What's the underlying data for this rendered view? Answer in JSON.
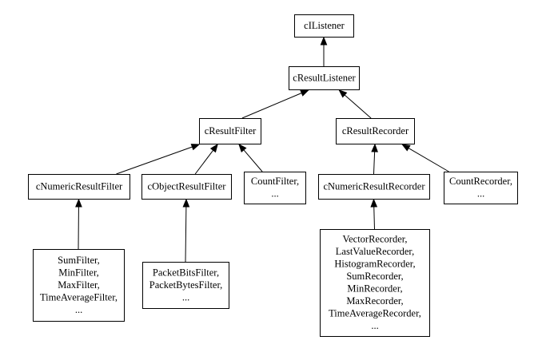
{
  "nodes": {
    "ilistener": {
      "lines": [
        "cIListener"
      ]
    },
    "result_listener": {
      "lines": [
        "cResultListener"
      ]
    },
    "result_filter": {
      "lines": [
        "cResultFilter"
      ]
    },
    "result_recorder": {
      "lines": [
        "cResultRecorder"
      ]
    },
    "numeric_result_filter": {
      "lines": [
        "cNumericResultFilter"
      ]
    },
    "object_result_filter": {
      "lines": [
        "cObjectResultFilter"
      ]
    },
    "count_filter": {
      "lines": [
        "CountFilter,",
        "..."
      ]
    },
    "numeric_result_recorder": {
      "lines": [
        "cNumericResultRecorder"
      ]
    },
    "count_recorder": {
      "lines": [
        "CountRecorder,",
        "..."
      ]
    },
    "numeric_filters": {
      "lines": [
        "SumFilter,",
        "MinFilter,",
        "MaxFilter,",
        "TimeAverageFilter,",
        "..."
      ]
    },
    "packet_filters": {
      "lines": [
        "PacketBitsFilter,",
        "PacketBytesFilter,",
        "..."
      ]
    },
    "numeric_recorders": {
      "lines": [
        "VectorRecorder,",
        "LastValueRecorder,",
        "HistogramRecorder,",
        "SumRecorder,",
        "MinRecorder,",
        "MaxRecorder,",
        "TimeAverageRecorder,",
        "..."
      ]
    }
  },
  "edges": [
    {
      "from": "result_listener",
      "to": "ilistener"
    },
    {
      "from": "result_filter",
      "to": "result_listener"
    },
    {
      "from": "result_recorder",
      "to": "result_listener"
    },
    {
      "from": "numeric_result_filter",
      "to": "result_filter"
    },
    {
      "from": "object_result_filter",
      "to": "result_filter"
    },
    {
      "from": "count_filter",
      "to": "result_filter"
    },
    {
      "from": "numeric_result_recorder",
      "to": "result_recorder"
    },
    {
      "from": "count_recorder",
      "to": "result_recorder"
    },
    {
      "from": "numeric_filters",
      "to": "numeric_result_filter"
    },
    {
      "from": "packet_filters",
      "to": "object_result_filter"
    },
    {
      "from": "numeric_recorders",
      "to": "numeric_result_recorder"
    }
  ]
}
